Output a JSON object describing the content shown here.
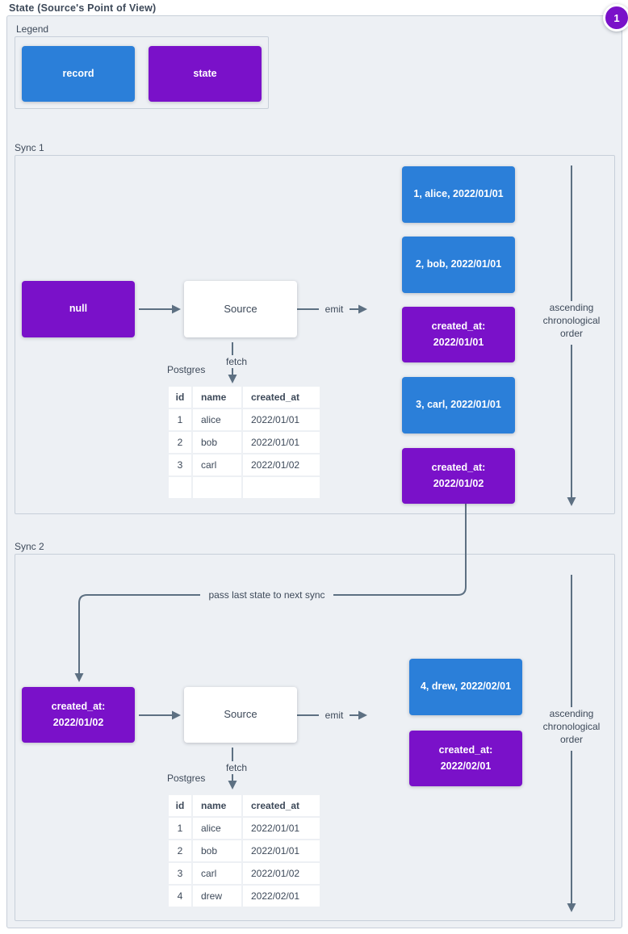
{
  "title": "State (Source's Point of View)",
  "badge": "1",
  "colors": {
    "record": "#2b7fd9",
    "state": "#7a11c9",
    "line": "#5d7082",
    "panel": "#edf0f4",
    "border": "#c7cfd9",
    "ink": "#3d4959"
  },
  "legend": {
    "label": "Legend",
    "record": "record",
    "state": "state"
  },
  "pass_note": "pass last state to next sync",
  "sync1": {
    "label": "Sync 1",
    "input_state": "null",
    "source": "Source",
    "emit": "emit",
    "fetch": "fetch",
    "postgres": "Postgres",
    "order_note": "ascending chronological order",
    "table": {
      "headers": [
        "id",
        "name",
        "created_at"
      ],
      "rows": [
        [
          "1",
          "alice",
          "2022/01/01"
        ],
        [
          "2",
          "bob",
          "2022/01/01"
        ],
        [
          "3",
          "carl",
          "2022/01/02"
        ],
        [
          "",
          "",
          ""
        ]
      ]
    },
    "emitted": [
      {
        "kind": "record",
        "label": "1, alice, 2022/01/01"
      },
      {
        "kind": "record",
        "label": "2, bob, 2022/01/01"
      },
      {
        "kind": "state",
        "label": "created_at: 2022/01/01"
      },
      {
        "kind": "record",
        "label": "3, carl, 2022/01/01"
      },
      {
        "kind": "state",
        "label": "created_at: 2022/01/02"
      }
    ]
  },
  "sync2": {
    "label": "Sync 2",
    "input_state": "created_at: 2022/01/02",
    "source": "Source",
    "emit": "emit",
    "fetch": "fetch",
    "postgres": "Postgres",
    "order_note": "ascending chronological order",
    "table": {
      "headers": [
        "id",
        "name",
        "created_at"
      ],
      "rows": [
        [
          "1",
          "alice",
          "2022/01/01"
        ],
        [
          "2",
          "bob",
          "2022/01/01"
        ],
        [
          "3",
          "carl",
          "2022/01/02"
        ],
        [
          "4",
          "drew",
          "2022/02/01"
        ]
      ]
    },
    "emitted": [
      {
        "kind": "record",
        "label": "4, drew, 2022/02/01"
      },
      {
        "kind": "state",
        "label": "created_at: 2022/02/01"
      }
    ]
  }
}
